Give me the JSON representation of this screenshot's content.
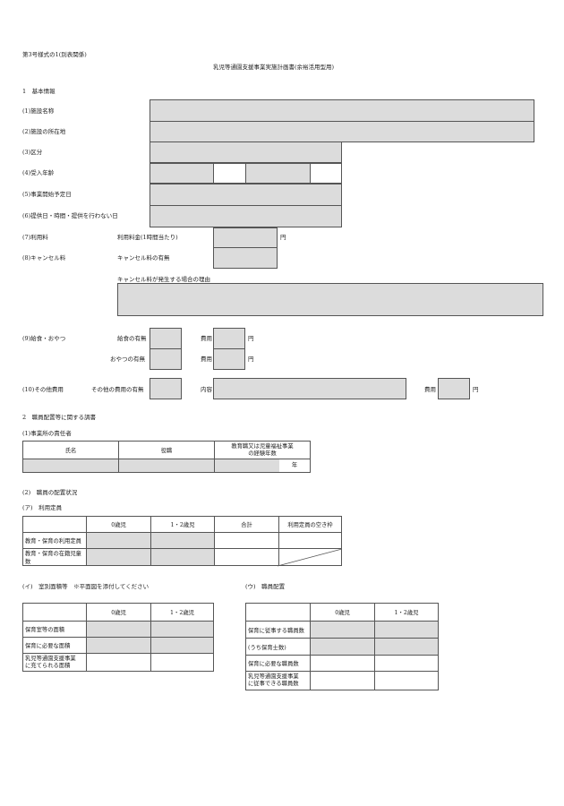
{
  "header": {
    "form_no": "第3号様式の1(別表関係)",
    "title": "乳児等通園支援事業実施計画書(余裕活用型用)"
  },
  "section1": {
    "heading": "1　基本情報",
    "facility_name_label": "(1)施設名称",
    "address_label": "(2)施設の所在地",
    "category_label": "(3)区分",
    "age_label": "(4)受入年齢",
    "start_date_label": "(5)事業開始予定日",
    "days_label": "(6)提供日・時間・提供を行わない日",
    "fee_label": "(7)利用料",
    "fee_sub_label": "利用料金(1時間当たり)",
    "yen": "円",
    "cancel_label": "(8)キャンセル料",
    "cancel_sub_label": "キャンセル料の有無",
    "cancel_reason_label": "キャンセル料が発生する場合の理由",
    "meal_label": "(9)給食・おやつ",
    "meal_sub_label": "給食の有無",
    "snack_sub_label": "おやつの有無",
    "cost_label": "費用",
    "other_label": "(10)その他費用",
    "other_sub_label": "その他の費用の有無",
    "content_label": "内容"
  },
  "section2": {
    "heading": "2　職員配置等に関する調書",
    "manager_heading": "(1)事業所の責任者",
    "manager_table": {
      "headers": [
        "氏名",
        "役職",
        "教育職又は児童福祉事業\nの経験年数"
      ],
      "year_unit": "年"
    },
    "staff_heading": "(2)　職員の配置状況",
    "capacity_heading": "(ア)　利用定員",
    "capacity_table": {
      "headers": [
        "",
        "0歳児",
        "1・2歳児",
        "合計",
        "利用定員の空き枠"
      ],
      "rows": [
        "教育・保育の利用定員",
        "教育・保育の在籍児童数"
      ]
    },
    "room_heading": "(イ)　室別面積等　※平面図を添付してください",
    "room_table": {
      "headers": [
        "",
        "0歳児",
        "1・2歳児"
      ],
      "rows": [
        "保育室等の面積",
        "保育に必要な面積",
        "乳児等通園支援事業\nに充てられる面積"
      ]
    },
    "assign_heading": "(ウ)　職員配置",
    "assign_table": {
      "headers": [
        "",
        "0歳児",
        "1・2歳児"
      ],
      "rows": [
        "保育に従事する職員数",
        "(うち保育士数)",
        "保育に必要な職員数",
        "乳児等通園支援事業\nに従事できる職員数"
      ]
    }
  }
}
